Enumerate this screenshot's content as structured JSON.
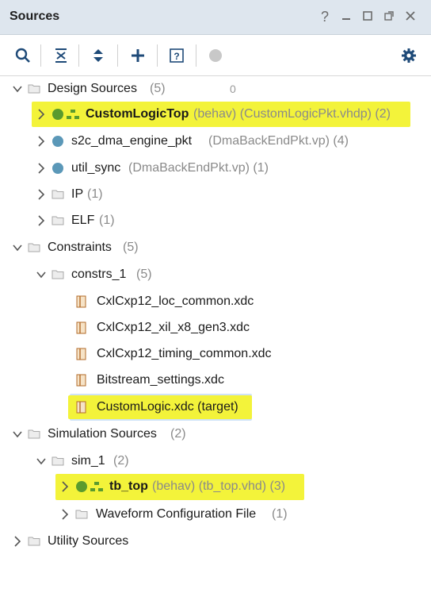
{
  "window": {
    "title": "Sources",
    "controls": [
      "help-icon",
      "minimize-icon",
      "maximize-icon",
      "float-icon",
      "close-icon"
    ]
  },
  "toolbar": {
    "tools": [
      "search-icon",
      "collapse-all-icon",
      "expand-all-icon",
      "add-icon",
      "help-box-icon",
      "status-circle-icon"
    ],
    "status_count": "0",
    "settings_icon": "gear-icon"
  },
  "tree": {
    "design_sources": {
      "label": "Design Sources",
      "count": "(5)"
    },
    "custom_logic_top": {
      "name": "CustomLogicTop",
      "detail": "(behav) (CustomLogicPkt.vhdp) (2)"
    },
    "s2c_dma": {
      "name": "s2c_dma_engine_pkt",
      "detail": "(DmaBackEndPkt.vp) (4)"
    },
    "util_sync": {
      "name": "util_sync",
      "detail": "(DmaBackEndPkt.vp) (1)"
    },
    "ip": {
      "label": "IP",
      "count": "(1)"
    },
    "elf": {
      "label": "ELF",
      "count": "(1)"
    },
    "constraints": {
      "label": "Constraints",
      "count": "(5)"
    },
    "constrs_1": {
      "label": "constrs_1",
      "count": "(5)"
    },
    "xdc_files": [
      "CxlCxp12_loc_common.xdc",
      "CxlCxp12_xil_x8_gen3.xdc",
      "CxlCxp12_timing_common.xdc",
      "Bitstream_settings.xdc",
      "CustomLogic.xdc (target)"
    ],
    "simulation_sources": {
      "label": "Simulation Sources",
      "count": "(2)"
    },
    "sim_1": {
      "label": "sim_1",
      "count": "(2)"
    },
    "tb_top": {
      "name": "tb_top",
      "detail": "(behav) (tb_top.vhd) (3)"
    },
    "waveform": {
      "label": "Waveform Configuration File",
      "count": "(1)"
    },
    "utility_sources": {
      "label": "Utility Sources"
    }
  },
  "colors": {
    "highlight": "#f3f33a",
    "selection": "#cfe3f7",
    "green_dot": "#5a9b2e",
    "blue_dot": "#5b98b8",
    "folder": "#bdbdbd"
  }
}
